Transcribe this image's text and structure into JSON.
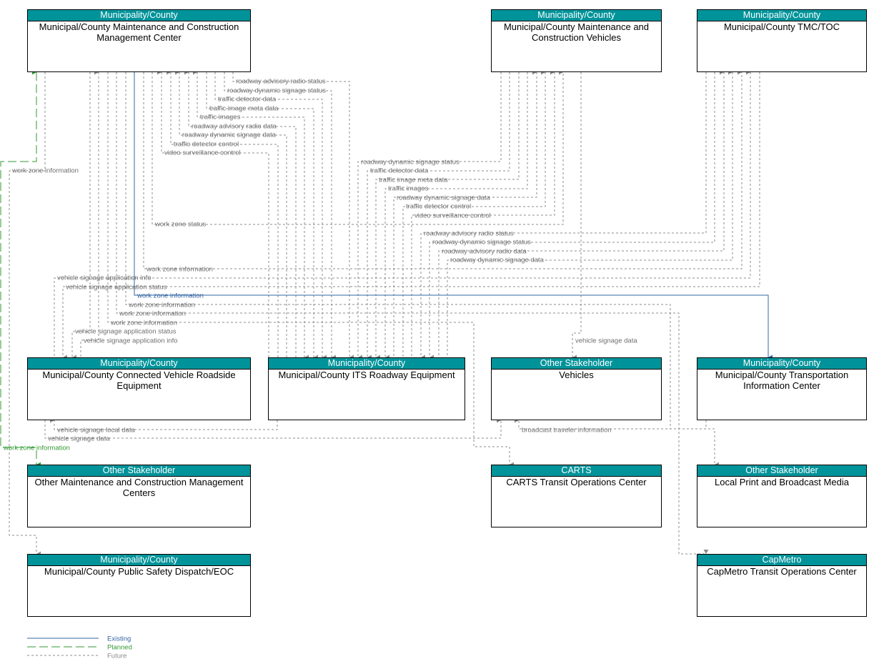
{
  "nodes": {
    "mcm": {
      "category": "Municipality/County",
      "title": "Municipal/County Maintenance and Construction Management Center"
    },
    "mcv": {
      "category": "Municipality/County",
      "title": "Municipal/County Maintenance and Construction Vehicles"
    },
    "tmc": {
      "category": "Municipality/County",
      "title": "Municipal/County TMC/TOC"
    },
    "cvre": {
      "category": "Municipality/County",
      "title": "Municipal/County Connected Vehicle Roadside Equipment"
    },
    "its": {
      "category": "Municipality/County",
      "title": "Municipal/County ITS Roadway Equipment"
    },
    "veh": {
      "category": "Other Stakeholder",
      "title": "Vehicles"
    },
    "tic": {
      "category": "Municipality/County",
      "title": "Municipal/County Transportation Information Center"
    },
    "omc": {
      "category": "Other Stakeholder",
      "title": "Other Maintenance and Construction Management Centers"
    },
    "carts": {
      "category": "CARTS",
      "title": "CARTS Transit Operations Center"
    },
    "media": {
      "category": "Other Stakeholder",
      "title": "Local Print and Broadcast Media"
    },
    "eoc": {
      "category": "Municipality/County",
      "title": "Municipal/County Public Safety Dispatch/EOC"
    },
    "capmetro": {
      "category": "CapMetro",
      "title": "CapMetro Transit Operations Center"
    }
  },
  "flows": {
    "f1": "roadway advisory radio status",
    "f2": "roadway dynamic signage status",
    "f3": "traffic detector data",
    "f4": "traffic image meta data",
    "f5": "traffic images",
    "f6": "roadway advisory radio data",
    "f7": "roadway dynamic signage data",
    "f8": "traffic detector control",
    "f9": "video surveillance control",
    "f10": "work zone information",
    "f11": "roadway dynamic signage status",
    "f12": "traffic detector data",
    "f13": "traffic image meta data",
    "f14": "traffic images",
    "f15": "roadway dynamic signage data",
    "f16": "traffic detector control",
    "f17": "video surveillance control",
    "f18": "work zone status",
    "f19": "roadway advisory radio status",
    "f20": "roadway dynamic signage status",
    "f21": "roadway advisory radio data",
    "f22": "roadway dynamic signage data",
    "f23": "work zone information",
    "f24": "vehicle signage application info",
    "f25": "vehicle signage application status",
    "f26": "work zone information",
    "f27": "work zone information",
    "f28": "work zone information",
    "f29": "work zone information",
    "f30": "vehicle signage application status",
    "f31": "vehicle signage application info",
    "f32": "vehicle signage data",
    "f33": "vehicle signage local data",
    "f34": "vehicle signage data",
    "f35": "broadcast traveler information",
    "f36": "work zone information"
  },
  "legend": {
    "existing": "Existing",
    "planned": "Planned",
    "future": "Future"
  },
  "colors": {
    "header": "#00939a",
    "existing": "#3465a4",
    "planned": "#339933",
    "future": "#8c8c8c"
  }
}
